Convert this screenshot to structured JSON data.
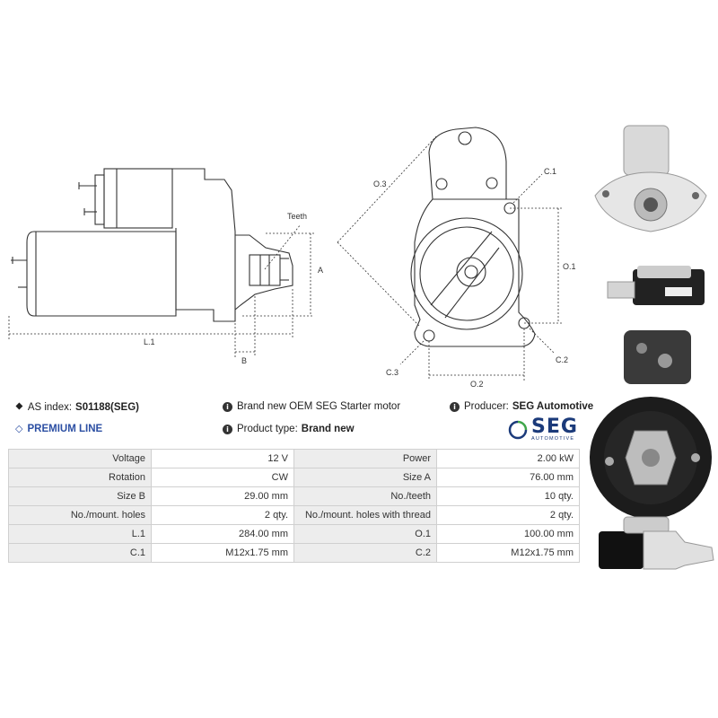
{
  "drawing": {
    "labels": {
      "teeth": "Teeth",
      "a": "A",
      "b": "B",
      "l1": "L.1",
      "o1": "O.1",
      "o2": "O.2",
      "o3": "O.3",
      "c1": "C.1",
      "c2": "C.2",
      "c3": "C.3"
    }
  },
  "info": {
    "as_index_label": "AS index:",
    "as_index_value": "S01188(SEG)",
    "description": "Brand new OEM SEG Starter motor",
    "producer_label": "Producer:",
    "producer_value": "SEG Automotive",
    "premium_line": "PREMIUM LINE",
    "product_type_label": "Product type:",
    "product_type_value": "Brand new"
  },
  "logo": {
    "word": "SEG",
    "sub": "AUTOMOTIVE",
    "colors": {
      "blue": "#1b3a7a",
      "green": "#3fa64a"
    }
  },
  "specs": [
    [
      "Voltage",
      "12 V",
      "Power",
      "2.00 kW"
    ],
    [
      "Rotation",
      "CW",
      "Size A",
      "76.00 mm"
    ],
    [
      "Size B",
      "29.00 mm",
      "No./teeth",
      "10 qty."
    ],
    [
      "No./mount. holes",
      "2 qty.",
      "No./mount. holes with thread",
      "2 qty."
    ],
    [
      "L.1",
      "284.00 mm",
      "O.1",
      "100.00 mm"
    ],
    [
      "C.1",
      "M12x1.75 mm",
      "C.2",
      "M12x1.75 mm"
    ]
  ],
  "colors": {
    "premium": "#2c4fa3",
    "table_key_bg": "#ededed",
    "border": "#d0d0d0"
  }
}
